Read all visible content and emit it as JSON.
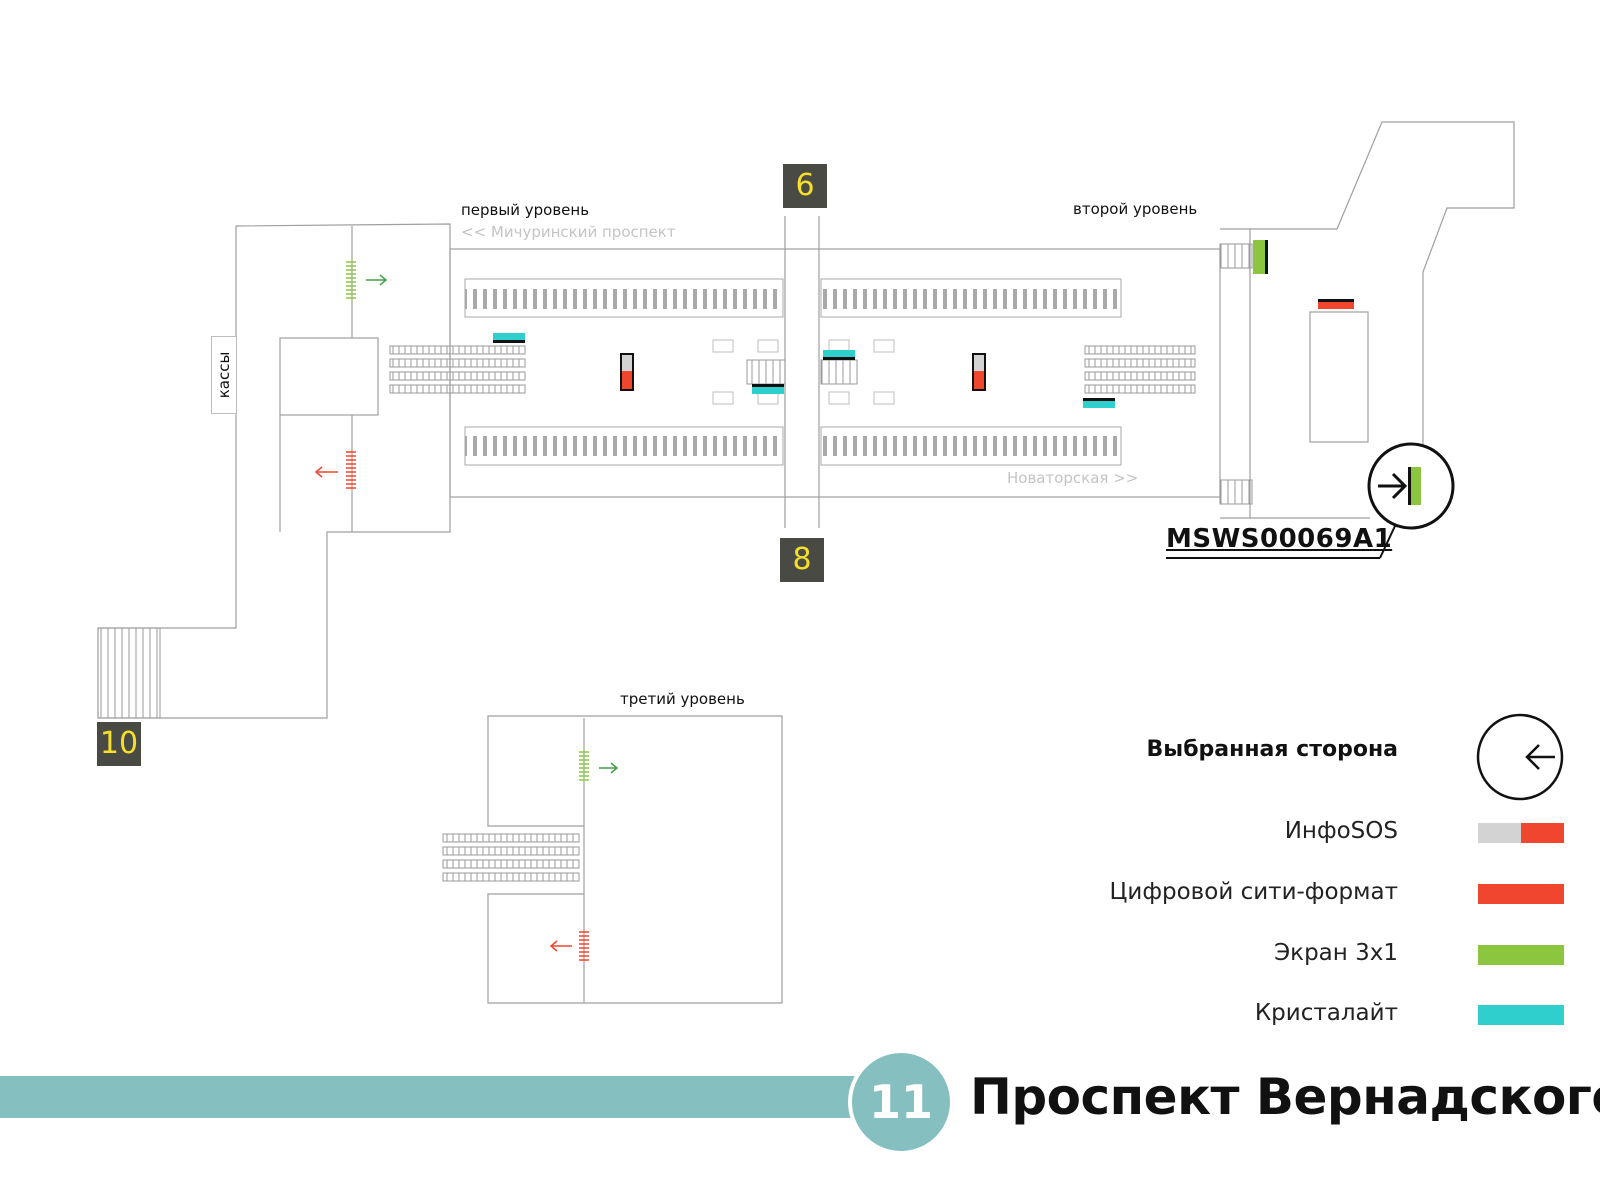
{
  "levels": {
    "first": "первый уровень",
    "second": "второй уровень",
    "third": "третий уровень"
  },
  "directions": {
    "left": "<< Мичуринский проспект",
    "right": "Новаторская >>"
  },
  "kassy_label": "кассы",
  "exits": {
    "six": "6",
    "eight": "8",
    "ten": "10"
  },
  "location_code": "MSWS00069A1",
  "legend": {
    "title": "Выбранная сторона",
    "selected_icon": "arrow-left-in-circle-icon",
    "items": [
      {
        "label": "ИнфоSOS",
        "colors": [
          "#d3d3d3",
          "#f0462e"
        ]
      },
      {
        "label": "Цифровой сити-формат",
        "colors": [
          "#f0462e"
        ]
      },
      {
        "label": "Экран 3x1",
        "colors": [
          "#8cc63f"
        ]
      },
      {
        "label": "Кристалайт",
        "colors": [
          "#2ecfcc"
        ]
      }
    ]
  },
  "line": {
    "number": "11",
    "color": "#85bfc0"
  },
  "station": "Проспект Вернадского",
  "colors": {
    "infosos_grey": "#d3d3d3",
    "red": "#f0462e",
    "green": "#8cc63f",
    "cyan": "#2ecfcc",
    "exit_badge": "#4a4a45",
    "exit_number": "#f6df2a"
  }
}
